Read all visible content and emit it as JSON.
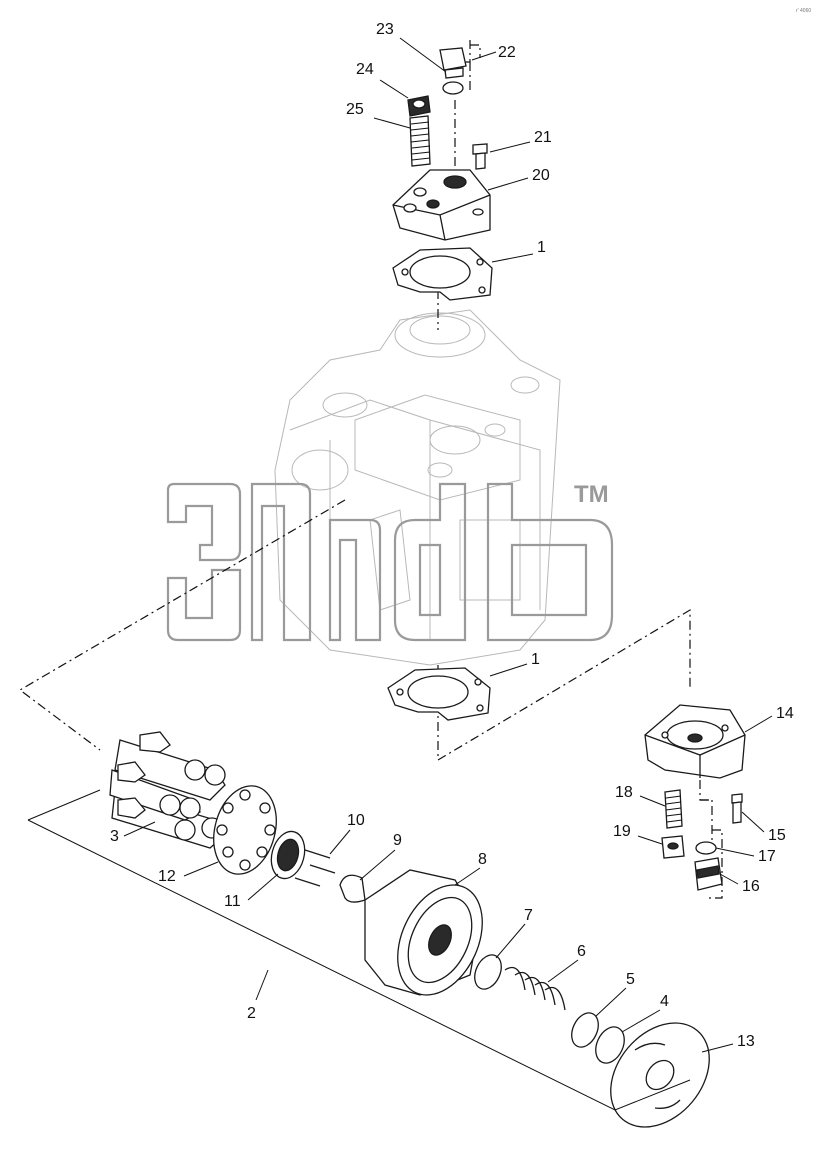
{
  "corner_mark": "r' 4060",
  "watermark": {
    "trademark": "TM"
  },
  "callouts": [
    {
      "id": "c23",
      "text": "23"
    },
    {
      "id": "c22",
      "text": "22"
    },
    {
      "id": "c24",
      "text": "24"
    },
    {
      "id": "c25",
      "text": "25"
    },
    {
      "id": "c21",
      "text": "21"
    },
    {
      "id": "c20",
      "text": "20"
    },
    {
      "id": "c1a",
      "text": "1"
    },
    {
      "id": "c1b",
      "text": "1"
    },
    {
      "id": "c14",
      "text": "14"
    },
    {
      "id": "c18",
      "text": "18"
    },
    {
      "id": "c15",
      "text": "15"
    },
    {
      "id": "c19",
      "text": "19"
    },
    {
      "id": "c17",
      "text": "17"
    },
    {
      "id": "c16",
      "text": "16"
    },
    {
      "id": "c10",
      "text": "10"
    },
    {
      "id": "c9",
      "text": "9"
    },
    {
      "id": "c8",
      "text": "8"
    },
    {
      "id": "c3",
      "text": "3"
    },
    {
      "id": "c12",
      "text": "12"
    },
    {
      "id": "c11",
      "text": "11"
    },
    {
      "id": "c7",
      "text": "7"
    },
    {
      "id": "c6",
      "text": "6"
    },
    {
      "id": "c5",
      "text": "5"
    },
    {
      "id": "c4",
      "text": "4"
    },
    {
      "id": "c2",
      "text": "2"
    },
    {
      "id": "c13",
      "text": "13"
    }
  ]
}
